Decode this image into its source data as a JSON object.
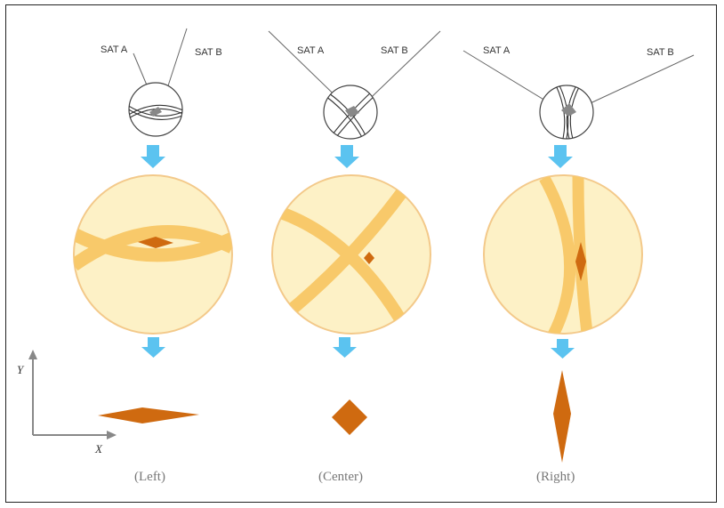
{
  "colors": {
    "arrow": "#5bc3f0",
    "disc_fill": "#fdf1c6",
    "disc_stroke": "#f3c98a",
    "band": "#f8c96a",
    "overlap": "#cf6a10",
    "line": "#666666"
  },
  "axes": {
    "y_label": "Y",
    "x_label": "X"
  },
  "panels": [
    {
      "id": "left",
      "sat_a": "SAT A",
      "sat_b": "SAT B",
      "caption": "(Left)"
    },
    {
      "id": "center",
      "sat_a": "SAT A",
      "sat_b": "SAT B",
      "caption": "(Center)"
    },
    {
      "id": "right",
      "sat_a": "SAT A",
      "sat_b": "SAT B",
      "caption": "(Right)"
    }
  ]
}
